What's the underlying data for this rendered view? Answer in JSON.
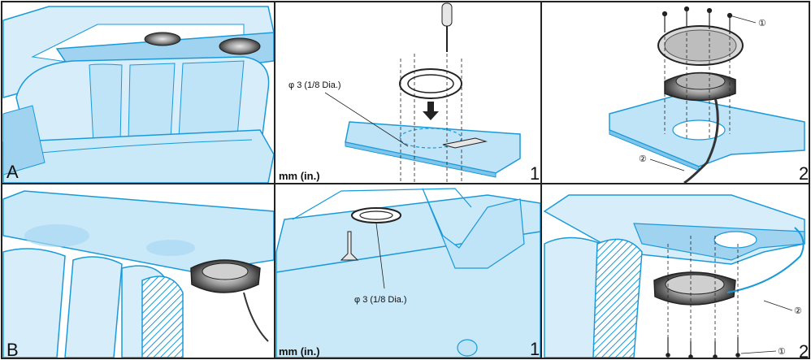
{
  "panels": [
    {
      "id": "A",
      "corner_letter": "A"
    },
    {
      "id": "A1",
      "diameter_note": "φ 3 (1/8 Dia.)",
      "units": "mm (in.)",
      "step": "1"
    },
    {
      "id": "A2",
      "callout_1": "①",
      "callout_2": "②",
      "step": "2"
    },
    {
      "id": "B",
      "corner_letter": "B"
    },
    {
      "id": "B1",
      "diameter_note": "φ 3 (1/8 Dia.)",
      "units": "mm (in.)",
      "step": "1"
    },
    {
      "id": "B2",
      "callout_1": "①",
      "callout_2": "②",
      "step": "2"
    }
  ],
  "colors": {
    "panel_blue": "#bfe3f7",
    "panel_blue_dark": "#7fc4ea",
    "line_blue": "#1a9ad9",
    "ink": "#222222",
    "speaker_grey": "#8a8a8a",
    "speaker_dark": "#4a4a4a"
  }
}
